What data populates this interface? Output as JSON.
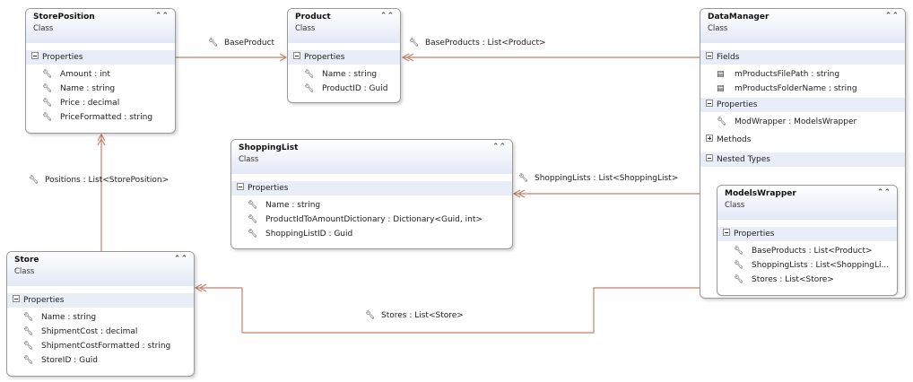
{
  "colors": {
    "connector": "#c0826a",
    "header_tint": "#e3e8f6"
  },
  "icons": {
    "property": "wrench-icon",
    "field": "field-icon"
  },
  "classes": {
    "store_position": {
      "title": "StorePosition",
      "stereotype": "Class",
      "properties_label": "Properties",
      "properties": [
        "Amount : int",
        "Name : string",
        "Price : decimal",
        "PriceFormatted : string"
      ]
    },
    "product": {
      "title": "Product",
      "stereotype": "Class",
      "properties_label": "Properties",
      "properties": [
        "Name : string",
        "ProductID : Guid"
      ]
    },
    "data_manager": {
      "title": "DataManager",
      "stereotype": "Class",
      "fields_label": "Fields",
      "fields": [
        "mProductsFilePath : string",
        "mProductsFolderName : string"
      ],
      "properties_label": "Properties",
      "properties": [
        "ModWrapper : ModelsWrapper"
      ],
      "methods_label": "Methods",
      "nested_label": "Nested Types",
      "nested": {
        "title": "ModelsWrapper",
        "stereotype": "Class",
        "properties_label": "Properties",
        "properties": [
          "BaseProducts : List<Product>",
          "ShoppingLists : List<ShoppingLi...",
          "Stores : List<Store>"
        ]
      }
    },
    "shopping_list": {
      "title": "ShoppingList",
      "stereotype": "Class",
      "properties_label": "Properties",
      "properties": [
        "Name : string",
        "ProductIdToAmountDictionary : Dictionary<Guid, int>",
        "ShoppingListID : Guid"
      ]
    },
    "store": {
      "title": "Store",
      "stereotype": "Class",
      "properties_label": "Properties",
      "properties": [
        "Name : string",
        "ShipmentCost : decimal",
        "ShipmentCostFormatted : string",
        "StoreID : Guid"
      ]
    }
  },
  "associations": {
    "base_product": "BaseProduct",
    "base_products": "BaseProducts : List<Product>",
    "positions": "Positions : List<StorePosition>",
    "shopping_lists": "ShoppingLists : List<ShoppingList>",
    "stores": "Stores : List<Store>"
  }
}
